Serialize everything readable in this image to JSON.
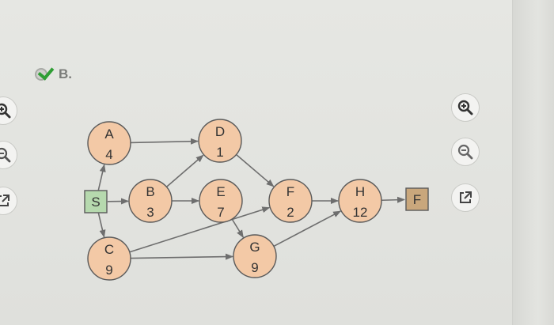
{
  "answer": {
    "option_label": "B.",
    "selected": true
  },
  "tools": [
    {
      "name": "zoom-in",
      "icon": "zoom-in-icon"
    },
    {
      "name": "zoom-out",
      "icon": "zoom-out-icon"
    },
    {
      "name": "open-external",
      "icon": "external-link-icon"
    }
  ],
  "graph": {
    "nodes": [
      {
        "id": "S",
        "label": "S",
        "duration": "",
        "shape": "square"
      },
      {
        "id": "A",
        "label": "A",
        "duration": "4",
        "shape": "circle"
      },
      {
        "id": "B",
        "label": "B",
        "duration": "3",
        "shape": "circle"
      },
      {
        "id": "C",
        "label": "C",
        "duration": "9",
        "shape": "circle"
      },
      {
        "id": "D",
        "label": "D",
        "duration": "1",
        "shape": "circle"
      },
      {
        "id": "E",
        "label": "E",
        "duration": "7",
        "shape": "circle"
      },
      {
        "id": "F",
        "label": "F",
        "duration": "2",
        "shape": "circle"
      },
      {
        "id": "G",
        "label": "G",
        "duration": "9",
        "shape": "circle"
      },
      {
        "id": "H",
        "label": "H",
        "duration": "12",
        "shape": "circle"
      },
      {
        "id": "FIN",
        "label": "F",
        "duration": "",
        "shape": "square"
      }
    ],
    "edges": [
      [
        "S",
        "A"
      ],
      [
        "S",
        "B"
      ],
      [
        "S",
        "C"
      ],
      [
        "A",
        "D"
      ],
      [
        "B",
        "D"
      ],
      [
        "B",
        "E"
      ],
      [
        "D",
        "F"
      ],
      [
        "E",
        "G"
      ],
      [
        "C",
        "F"
      ],
      [
        "C",
        "G"
      ],
      [
        "F",
        "H"
      ],
      [
        "G",
        "H"
      ],
      [
        "H",
        "FIN"
      ]
    ],
    "colors": {
      "circle_fill": "#f3c9a6",
      "start_fill": "#b6d9ae",
      "finish_fill": "#c9a77c",
      "stroke": "#5a5a5a",
      "edge": "#6e6e6e"
    }
  }
}
